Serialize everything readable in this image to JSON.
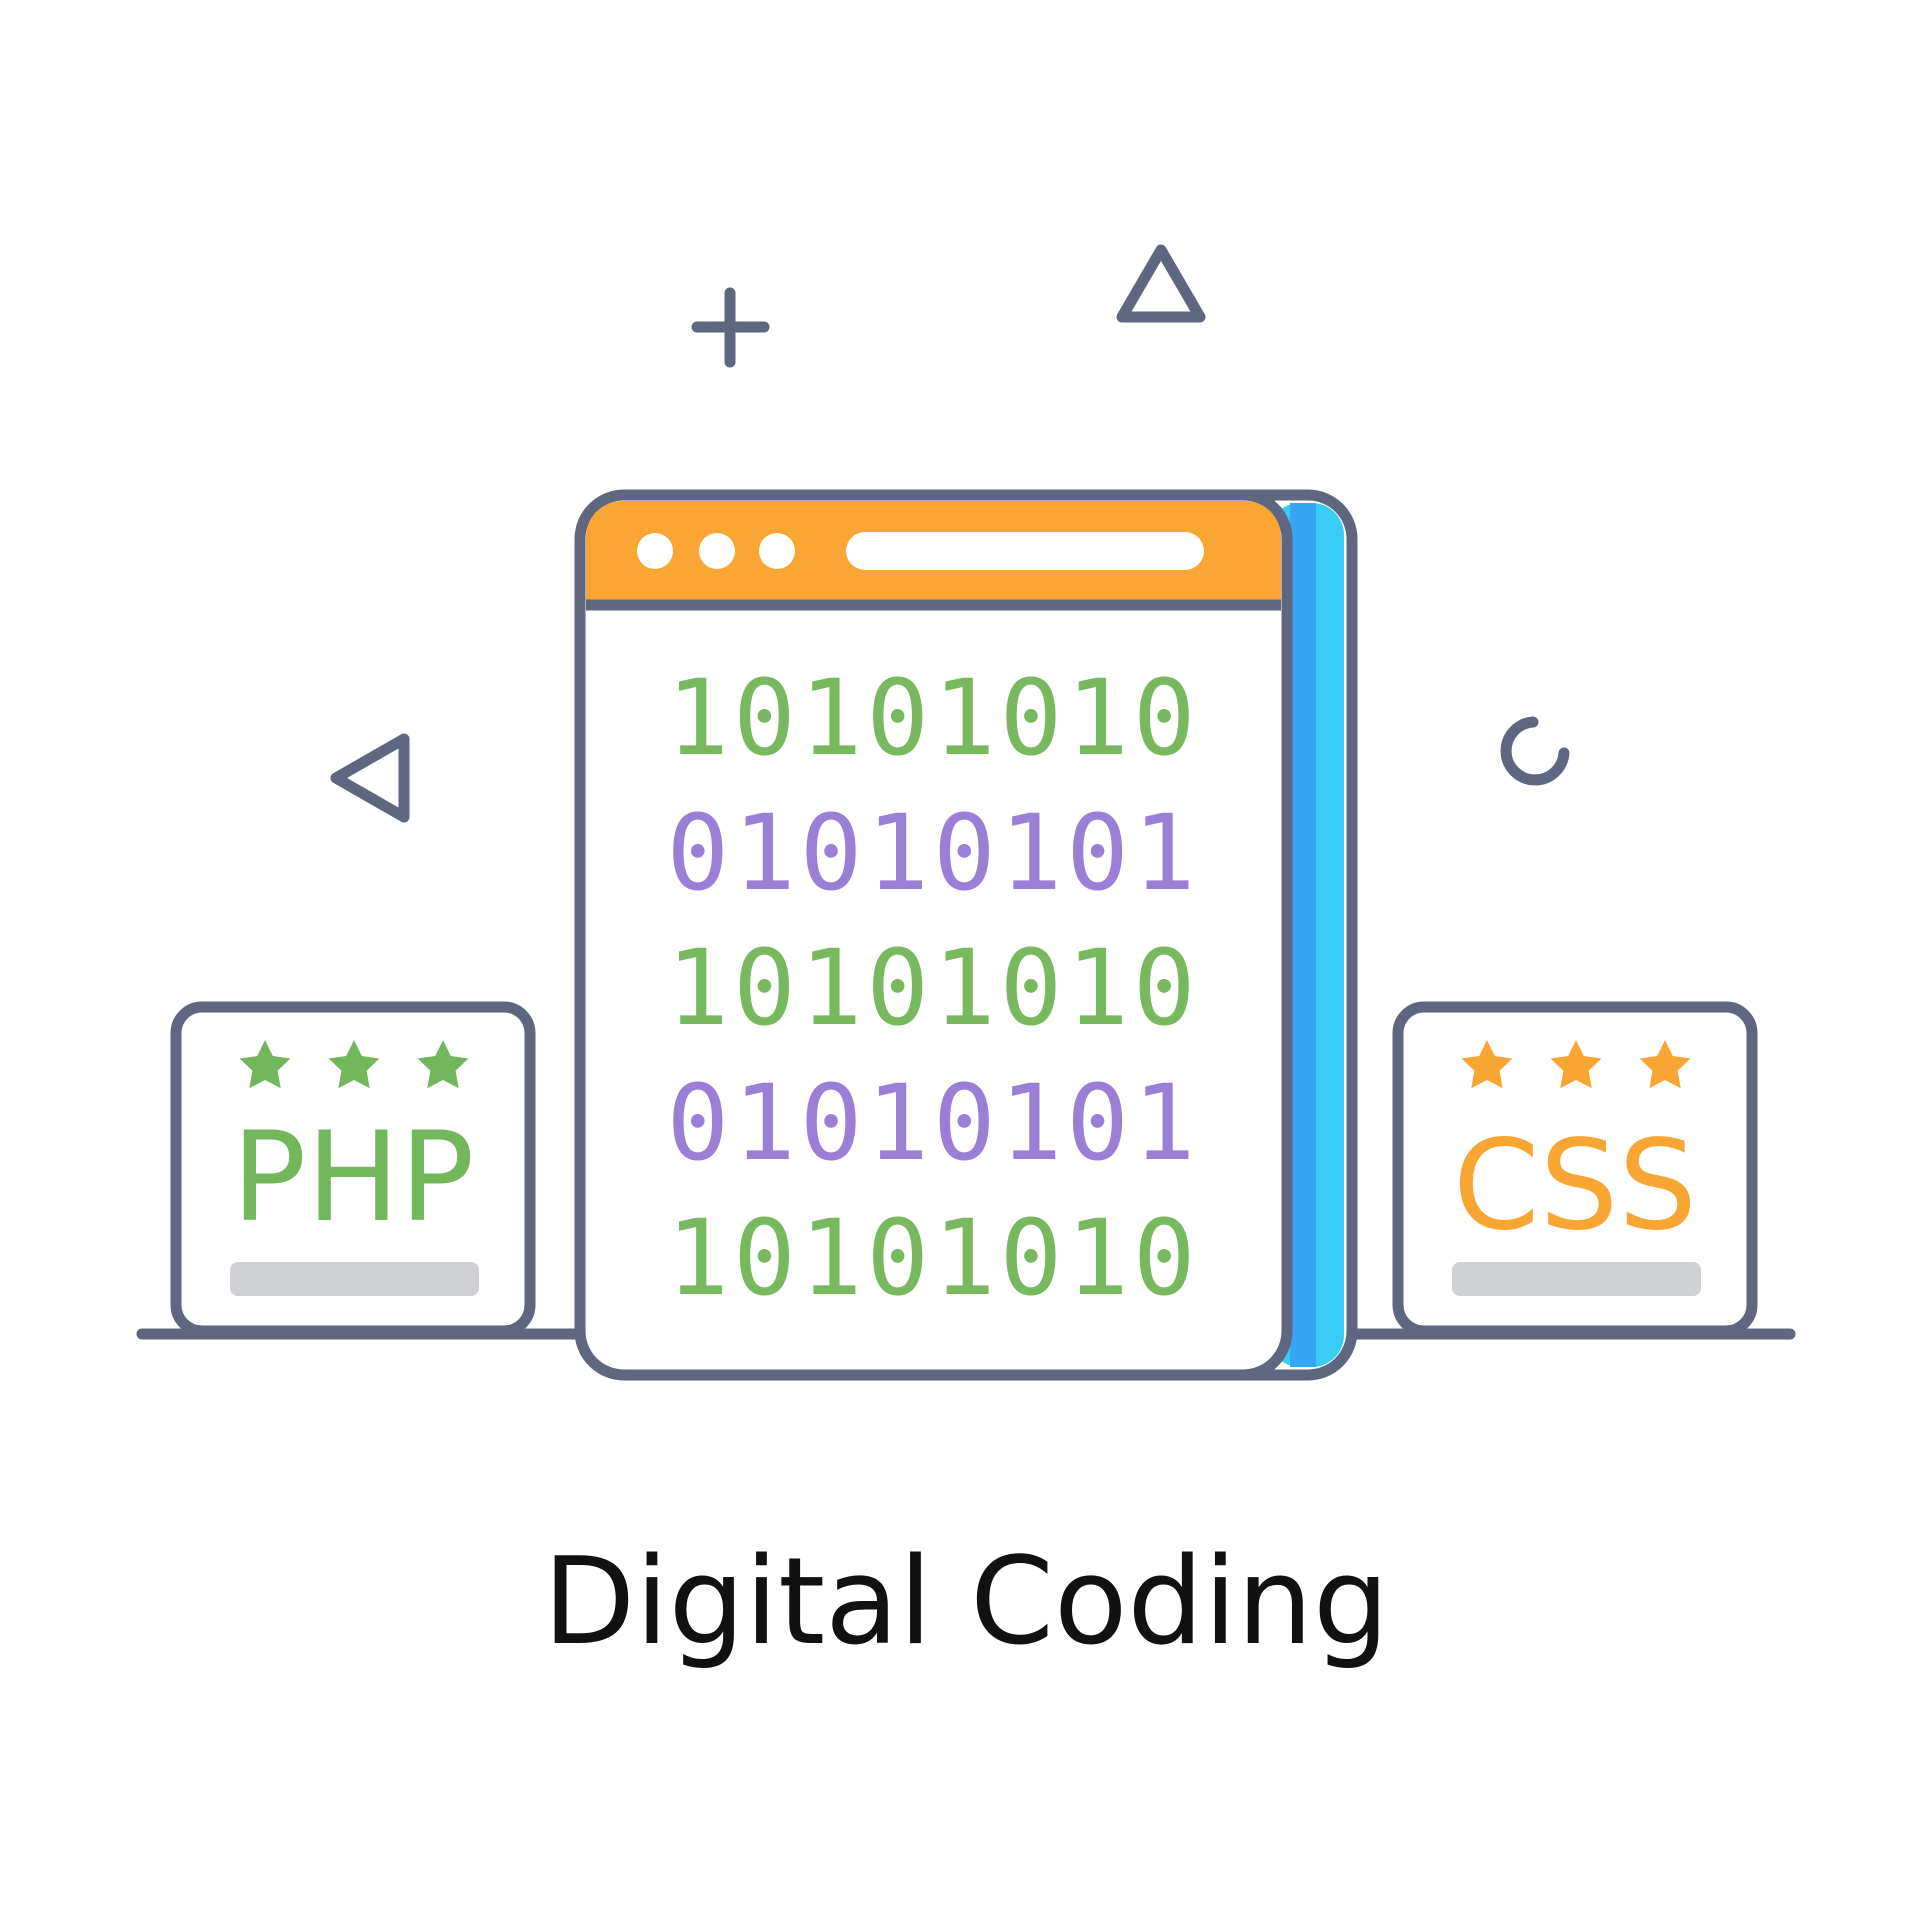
{
  "colors": {
    "outline": "#5f6680",
    "window_header": "#fba535",
    "window_back_light": "#38ccf6",
    "window_back_dark": "#35a5f4",
    "binary_green": "#78b95f",
    "binary_purple": "#9b7fd6",
    "php_green": "#72b75c",
    "css_orange": "#f9a534",
    "placeholder_bar": "#cfd1d4",
    "caption_text": "#111111",
    "background": "#ffffff"
  },
  "window": {
    "dot_count": 3,
    "rows": [
      {
        "text": "10101010",
        "color": "binary_green"
      },
      {
        "text": "01010101",
        "color": "binary_purple"
      },
      {
        "text": "10101010",
        "color": "binary_green"
      },
      {
        "text": "01010101",
        "color": "binary_purple"
      },
      {
        "text": "10101010",
        "color": "binary_green"
      }
    ]
  },
  "left_card": {
    "label": "PHP",
    "stars": 3,
    "color": "php_green"
  },
  "right_card": {
    "label": "CSS",
    "stars": 3,
    "color": "css_orange"
  },
  "decorations": [
    "plus-icon",
    "triangle-up-icon",
    "triangle-left-icon",
    "ring-icon"
  ],
  "caption": "Digital Coding"
}
